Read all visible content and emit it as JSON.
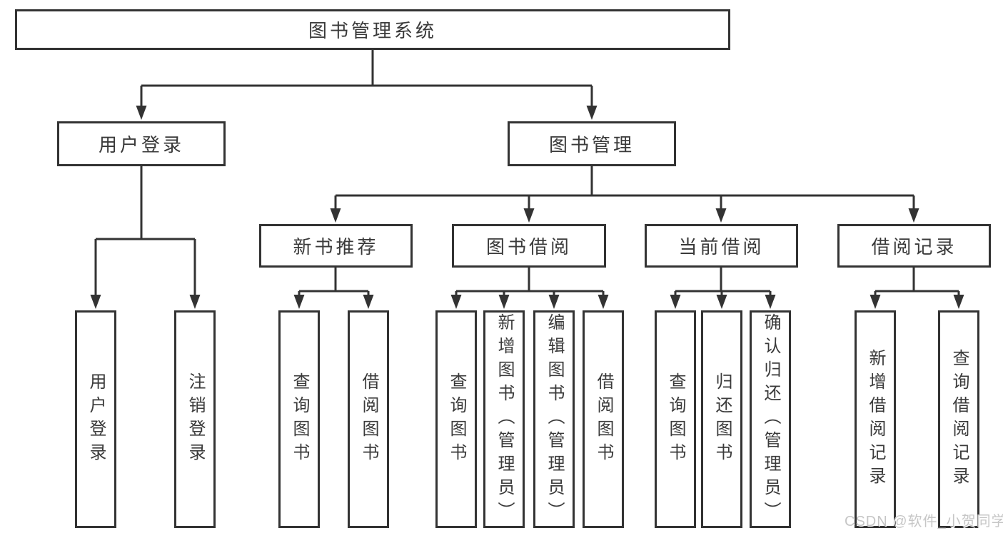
{
  "tree": {
    "root": {
      "label": "图书管理系统",
      "children": [
        {
          "label": "用户登录",
          "children": [
            {
              "label": "用户登录"
            },
            {
              "label": "注销登录"
            }
          ]
        },
        {
          "label": "图书管理",
          "children": [
            {
              "label": "新书推荐",
              "children": [
                {
                  "label": "查询图书"
                },
                {
                  "label": "借阅图书"
                }
              ]
            },
            {
              "label": "图书借阅",
              "children": [
                {
                  "label": "查询图书"
                },
                {
                  "label": "新增图书（管理员）"
                },
                {
                  "label": "编辑图书（管理员）"
                },
                {
                  "label": "借阅图书"
                }
              ]
            },
            {
              "label": "当前借阅",
              "children": [
                {
                  "label": "查询图书"
                },
                {
                  "label": "归还图书"
                },
                {
                  "label": "确认归还（管理员）"
                }
              ]
            },
            {
              "label": "借阅记录",
              "children": [
                {
                  "label": "新增借阅记录"
                },
                {
                  "label": "查询借阅记录"
                }
              ]
            }
          ]
        }
      ]
    }
  },
  "watermark": {
    "text": "CSDN @软件_小贺同学"
  },
  "colors": {
    "line": "#333333",
    "box_border": "#333333",
    "text": "#3a3a3a",
    "watermark": "#c6c6c6",
    "background": "#ffffff"
  }
}
